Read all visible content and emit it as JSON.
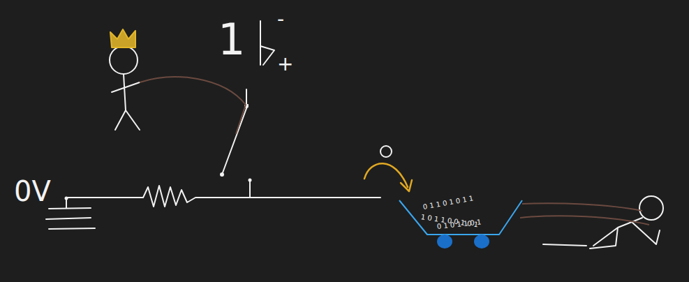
{
  "diagram": {
    "labels": [
      "0V",
      "1",
      "-",
      "+",
      "0 1 1 0 1 0 1 1",
      "1 0 1 1 0 0 1 0 1",
      "0 1 0 1 1 0 1"
    ]
  }
}
